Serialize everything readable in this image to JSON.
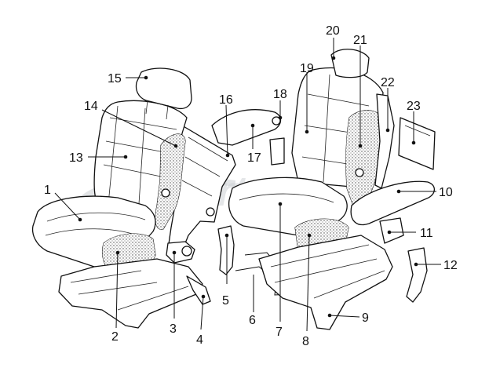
{
  "watermark": {
    "text": "CarParts4U",
    "color": "#c8ccd1"
  },
  "callouts": [
    {
      "id": "1",
      "label": "1"
    },
    {
      "id": "2",
      "label": "2"
    },
    {
      "id": "3",
      "label": "3"
    },
    {
      "id": "4",
      "label": "4"
    },
    {
      "id": "5",
      "label": "5"
    },
    {
      "id": "6",
      "label": "6"
    },
    {
      "id": "7",
      "label": "7"
    },
    {
      "id": "8",
      "label": "8"
    },
    {
      "id": "9",
      "label": "9"
    },
    {
      "id": "10",
      "label": "10"
    },
    {
      "id": "11",
      "label": "11"
    },
    {
      "id": "12",
      "label": "12"
    },
    {
      "id": "13",
      "label": "13"
    },
    {
      "id": "14",
      "label": "14"
    },
    {
      "id": "15",
      "label": "15"
    },
    {
      "id": "16",
      "label": "16"
    },
    {
      "id": "17",
      "label": "17"
    },
    {
      "id": "18",
      "label": "18"
    },
    {
      "id": "19",
      "label": "19"
    },
    {
      "id": "20",
      "label": "20"
    },
    {
      "id": "21",
      "label": "21"
    },
    {
      "id": "22",
      "label": "22"
    },
    {
      "id": "23",
      "label": "23"
    }
  ]
}
